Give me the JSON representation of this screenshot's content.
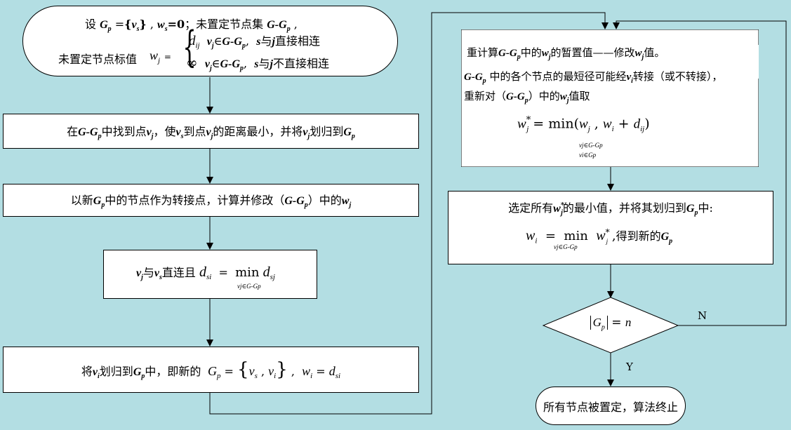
{
  "nodes": {
    "start": {
      "line1": "设 Gp ={vs} , ws=0；未置定节点集 G-Gp ,",
      "line2_prefix": "未置定节点标值",
      "case1": "dij  vj∈G-Gp, s与j直接相连",
      "case2": "∞  vj∈G-Gp, s与j不直接相连"
    },
    "find": "在G-Gp中找到点vj，使vs到点vj的距离最小，并将vj划归到Gp",
    "update": "以新Gp中的节点作为转接点，计算并修改（G-Gp）中的wj",
    "direct": "vj与vs直连且 dsi = min dsj",
    "direct_sub": "vj∈G-Gp",
    "assign": "将vi划归到Gp中，即新的 Gp = {vs , vi} ,  wi = dsi",
    "recalc": {
      "line1": "重计算G-Gp中的wj的暂置值——修改wj值。",
      "line2": "G-Gp 中的各个节点的最短径可能经vi转接（或不转接），",
      "line3": "重新对（G-Gp）中的wj值取",
      "formula": "w*j = min(wj , wi + dij)",
      "sub1": "vj∈G-Gp",
      "sub2": "vi∈Gp"
    },
    "select": {
      "line1": "选定所有w*j的最小值，并将其划归到Gp中:",
      "formula": "wi = min w*j ,得到新的Gp",
      "sub": "vj∈G-Gp"
    },
    "decision": "|Gp| = n",
    "end": "所有节点被置定，算法终止"
  },
  "labels": {
    "no": "N",
    "yes": "Y"
  }
}
